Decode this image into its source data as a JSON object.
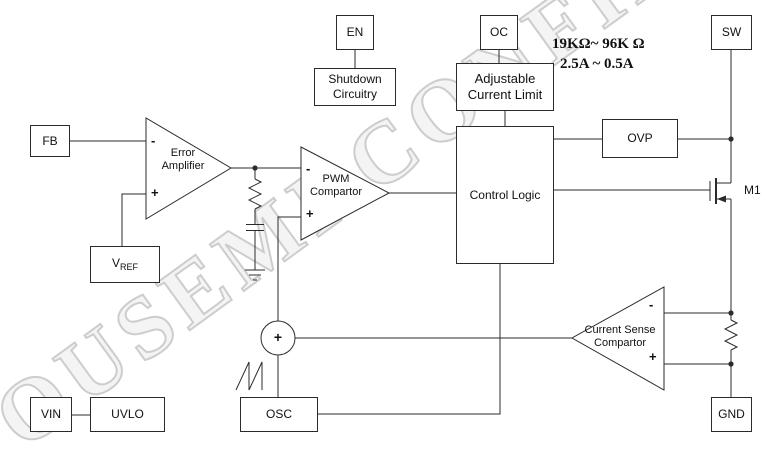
{
  "watermark": "OUSEMI CONFIDEN",
  "boxes": {
    "fb": "FB",
    "en": "EN",
    "shutdown": "Shutdown Circuitry",
    "oc": "OC",
    "adjustable_current_limit": "Adjustable Current Limit",
    "sw": "SW",
    "vref_main": "V",
    "vref_sub": "REF",
    "control_logic": "Control Logic",
    "ovp": "OVP",
    "vin": "VIN",
    "uvlo": "UVLO",
    "osc": "OSC",
    "gnd": "GND"
  },
  "triangles": {
    "error_amp": {
      "line1": "Error",
      "line2": "Amplifier",
      "minus": "-",
      "plus": "+"
    },
    "pwm": {
      "line1": "PWM",
      "line2": "Compartor",
      "minus": "-",
      "plus": "+"
    },
    "current_sense": {
      "line1": "Current Sense",
      "line2": "Compartor",
      "minus": "-",
      "plus": "+"
    }
  },
  "summing": {
    "plus": "+"
  },
  "annotations": {
    "resistance_range": "19KΩ~ 96K Ω",
    "current_range": "2.5A ~ 0.5A",
    "mosfet": "M1"
  },
  "colors": {
    "line": "#2b2b2b",
    "watermark": "#cdcdcd",
    "background": "#ffffff"
  }
}
